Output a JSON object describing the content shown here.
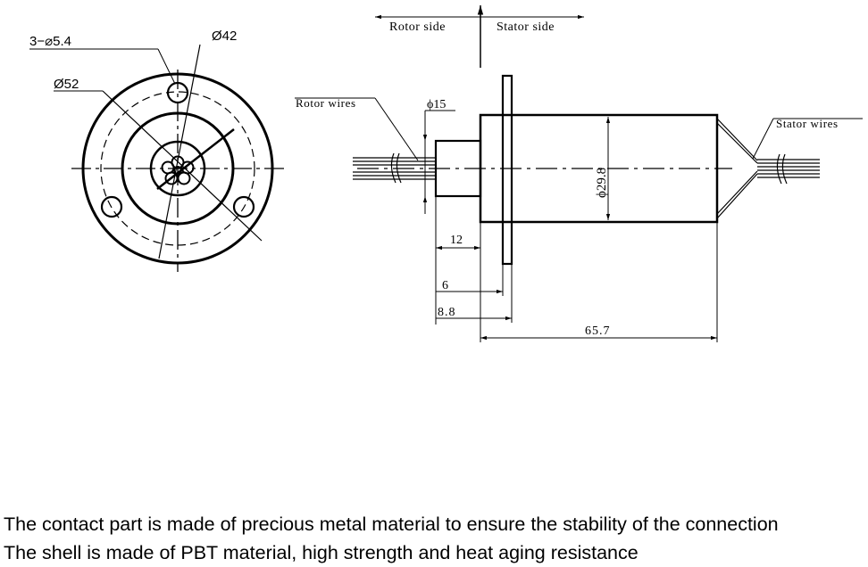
{
  "front_view": {
    "holes_label": "3−⌀5.4",
    "pcd_label": "Ø42",
    "outer_label": "Ø52"
  },
  "side_view": {
    "rotor_side": "Rotor side",
    "stator_side": "Stator side",
    "rotor_wires": "Rotor wires",
    "stator_wires": "Stator wires",
    "rotor_dia": "ϕ15",
    "body_dia": "ϕ29.8",
    "dim_12": "12",
    "dim_6": "6",
    "dim_8_8": "8.8",
    "dim_65_7": "65.7"
  },
  "captions": {
    "line1": "The contact part is made of precious metal material to ensure the stability of the connection",
    "line2": "The shell is made of PBT material, high strength and heat aging resistance"
  }
}
